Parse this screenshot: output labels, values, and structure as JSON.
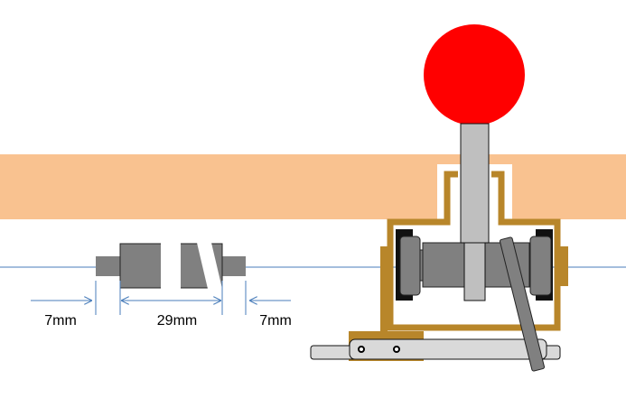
{
  "dimensions": {
    "left_shaft": "7mm",
    "body": "29mm",
    "right_shaft": "7mm"
  },
  "colors": {
    "panel": "#F9C290",
    "bracket": "#B8862A",
    "part_grey": "#808080",
    "stick_grey": "#BFBFBF",
    "lever_grey": "#D9D9D9",
    "pad_black": "#111111",
    "ball_red": "#FF0000",
    "axis_blue": "#4A7EBB"
  }
}
